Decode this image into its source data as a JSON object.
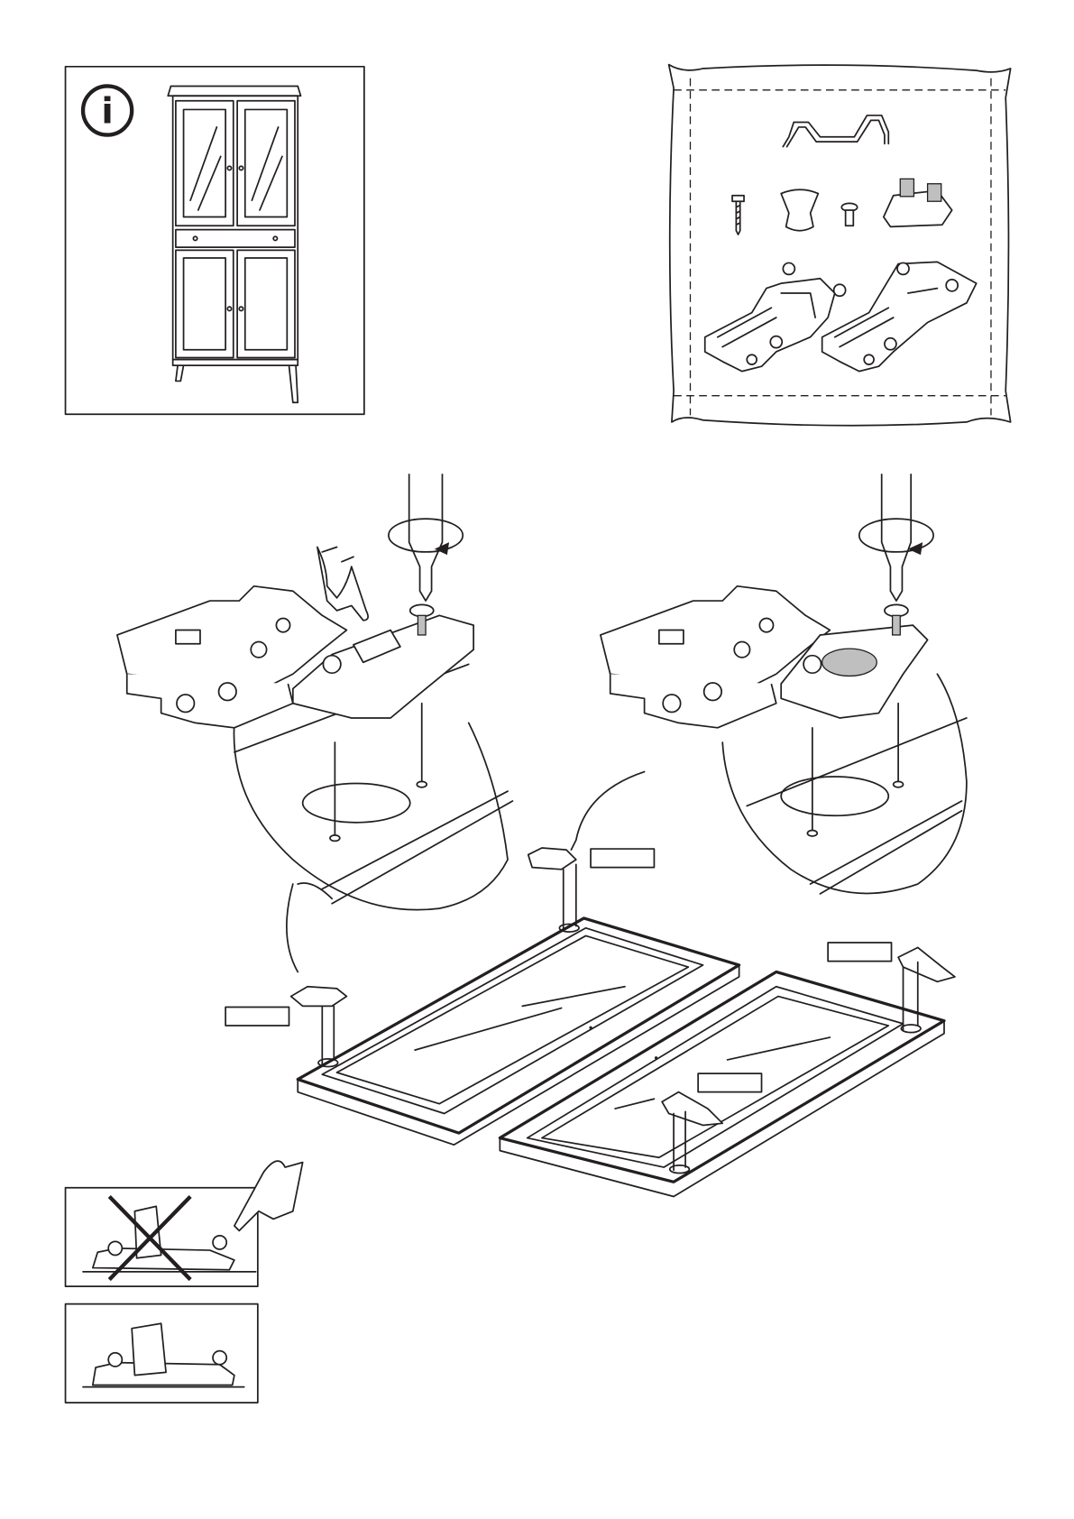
{
  "page": {
    "background": "#ffffff",
    "ink": "#231f20"
  },
  "info_panel": {
    "icon": "info-icon",
    "icon_glyph": "i"
  },
  "hardware_bag": {
    "icon": "hardware-bag-icon",
    "parts": [
      "wire-handle",
      "screw",
      "knob",
      "small-screw",
      "connector",
      "hinge",
      "hinge"
    ]
  },
  "label_boxes": [
    "",
    "",
    "",
    ""
  ],
  "callouts": {
    "wrong_icon": "cross-icon",
    "right_icon": "hinge-correct-icon"
  }
}
